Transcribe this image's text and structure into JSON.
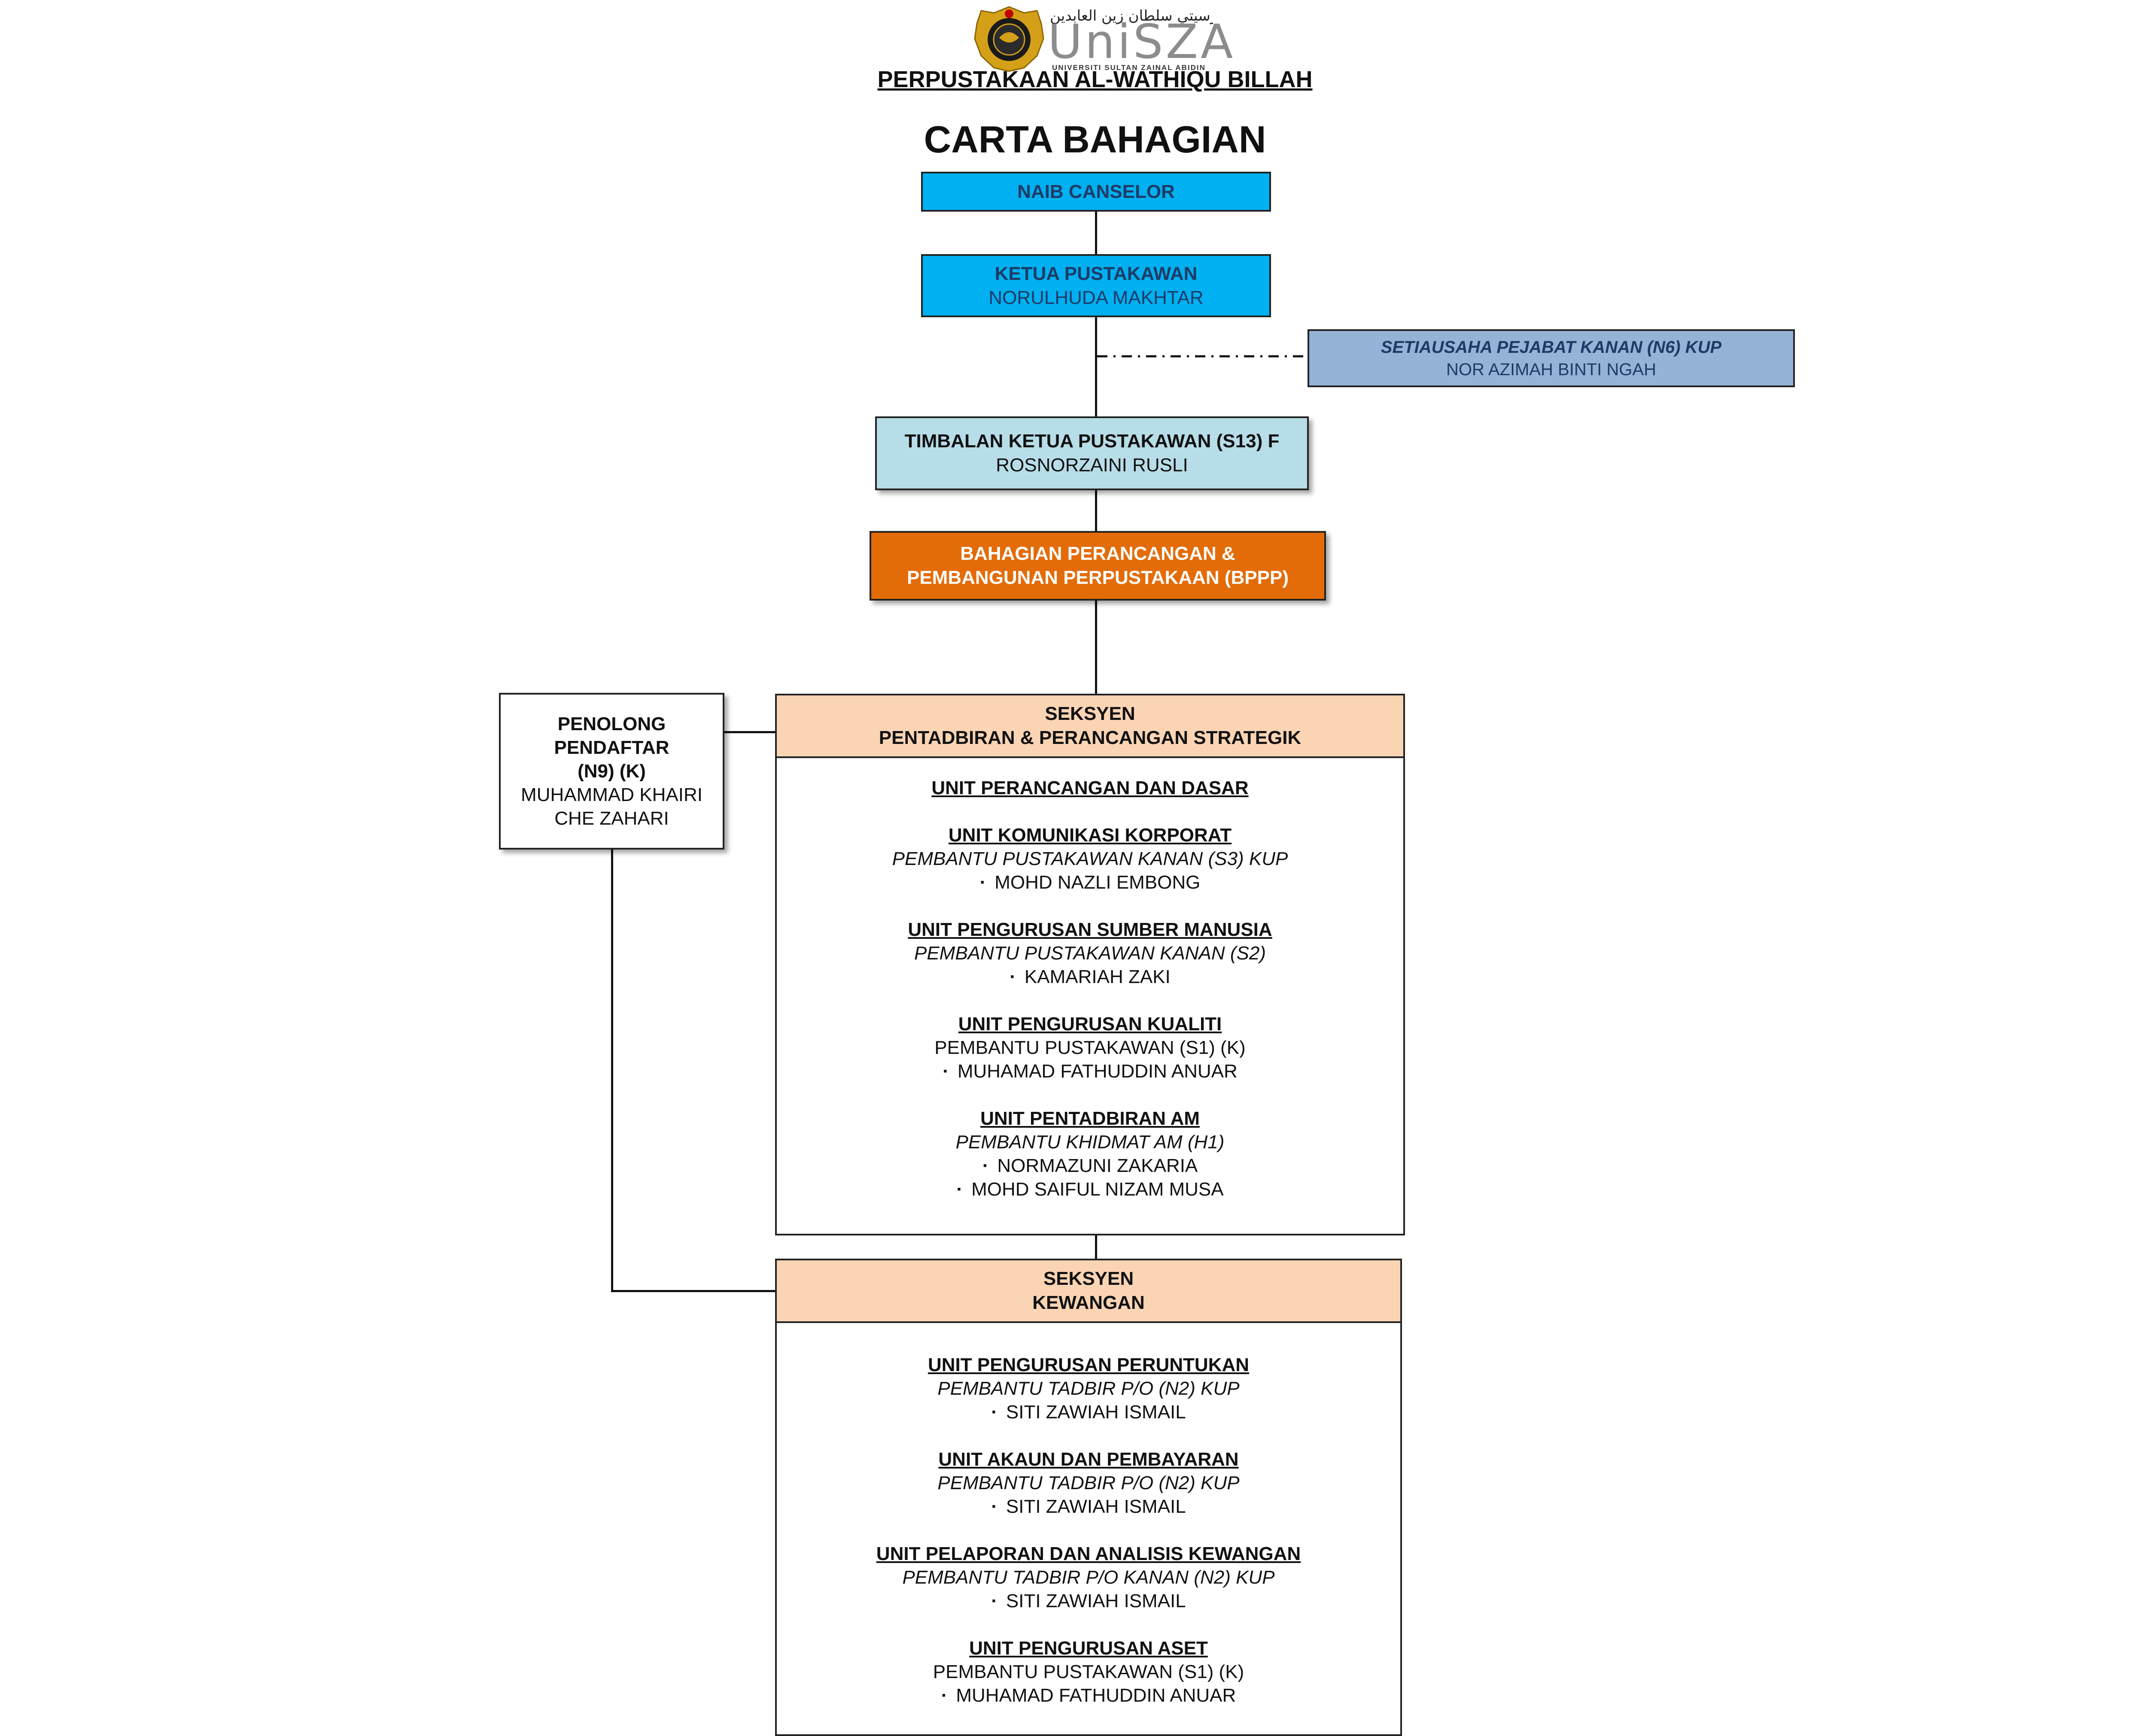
{
  "header": {
    "logo_arabic": "يونيۏرسيتي سلطان زين العابدين",
    "logo_wordmark": "UniSZA",
    "logo_subtitle": "UNIVERSITI SULTAN ZAINAL ABIDIN",
    "library_name": "PERPUSTAKAAN AL-WATHIQU BILLAH",
    "chart_title": "CARTA BAHAGIAN"
  },
  "colors": {
    "cyan": "#00b0f0",
    "steel_blue": "#95b3d7",
    "light_blue": "#b7dde8",
    "orange": "#e36c09",
    "peach": "#fbd4b4",
    "logo_gold": "#d4a017"
  },
  "boxes": {
    "naib_canselor": {
      "title": "NAIB CANSELOR"
    },
    "ketua_pustakawan": {
      "title": "KETUA PUSTAKAWAN",
      "name": "NORULHUDA MAKHTAR"
    },
    "setiausaha": {
      "title": "SETIAUSAHA PEJABAT KANAN (N6) KUP",
      "name": "NOR AZIMAH BINTI NGAH"
    },
    "timbalan": {
      "title": "TIMBALAN KETUA PUSTAKAWAN (S13) F",
      "name": "ROSNORZAINI RUSLI"
    },
    "bppp": {
      "line1": "BAHAGIAN PERANCANGAN &",
      "line2": "PEMBANGUNAN PERPUSTAKAAN (BPPP)"
    },
    "penolong": {
      "line1": "PENOLONG",
      "line2": "PENDAFTAR",
      "line3": "(N9) (K)",
      "name1": "MUHAMMAD KHAIRI",
      "name2": "CHE ZAHARI"
    }
  },
  "sections": {
    "pentadbiran": {
      "heading1": "SEKSYEN",
      "heading2": "PENTADBIRAN & PERANCANGAN STRATEGIK",
      "units": [
        {
          "title": "UNIT PERANCANGAN DAN DASAR"
        },
        {
          "title": "UNIT KOMUNIKASI KORPORAT",
          "role": "PEMBANTU PUSTAKAWAN KANAN (S3) KUP",
          "people": [
            "MOHD NAZLI EMBONG"
          ]
        },
        {
          "title": "UNIT PENGURUSAN SUMBER MANUSIA",
          "role": "PEMBANTU PUSTAKAWAN KANAN (S2)",
          "people": [
            "KAMARIAH ZAKI"
          ]
        },
        {
          "title": "UNIT PENGURUSAN KUALITI",
          "role": "PEMBANTU PUSTAKAWAN (S1) (K)",
          "people": [
            "MUHAMAD FATHUDDIN ANUAR"
          ]
        },
        {
          "title": "UNIT PENTADBIRAN AM",
          "role": "PEMBANTU KHIDMAT AM (H1)",
          "people": [
            "NORMAZUNI ZAKARIA",
            "MOHD SAIFUL NIZAM MUSA"
          ]
        }
      ]
    },
    "kewangan": {
      "heading1": "SEKSYEN",
      "heading2": "KEWANGAN",
      "units": [
        {
          "title": "UNIT PENGURUSAN PERUNTUKAN",
          "role": "PEMBANTU TADBIR P/O (N2) KUP",
          "people": [
            "SITI ZAWIAH ISMAIL"
          ]
        },
        {
          "title": "UNIT AKAUN DAN PEMBAYARAN",
          "role": "PEMBANTU TADBIR P/O (N2) KUP",
          "people": [
            "SITI ZAWIAH ISMAIL"
          ]
        },
        {
          "title": "UNIT PELAPORAN DAN ANALISIS KEWANGAN",
          "role": "PEMBANTU TADBIR P/O KANAN (N2) KUP",
          "people": [
            "SITI ZAWIAH ISMAIL"
          ]
        },
        {
          "title": "UNIT PENGURUSAN ASET",
          "role": "PEMBANTU PUSTAKAWAN (S1) (K)",
          "people": [
            "MUHAMAD FATHUDDIN ANUAR"
          ]
        }
      ]
    }
  }
}
